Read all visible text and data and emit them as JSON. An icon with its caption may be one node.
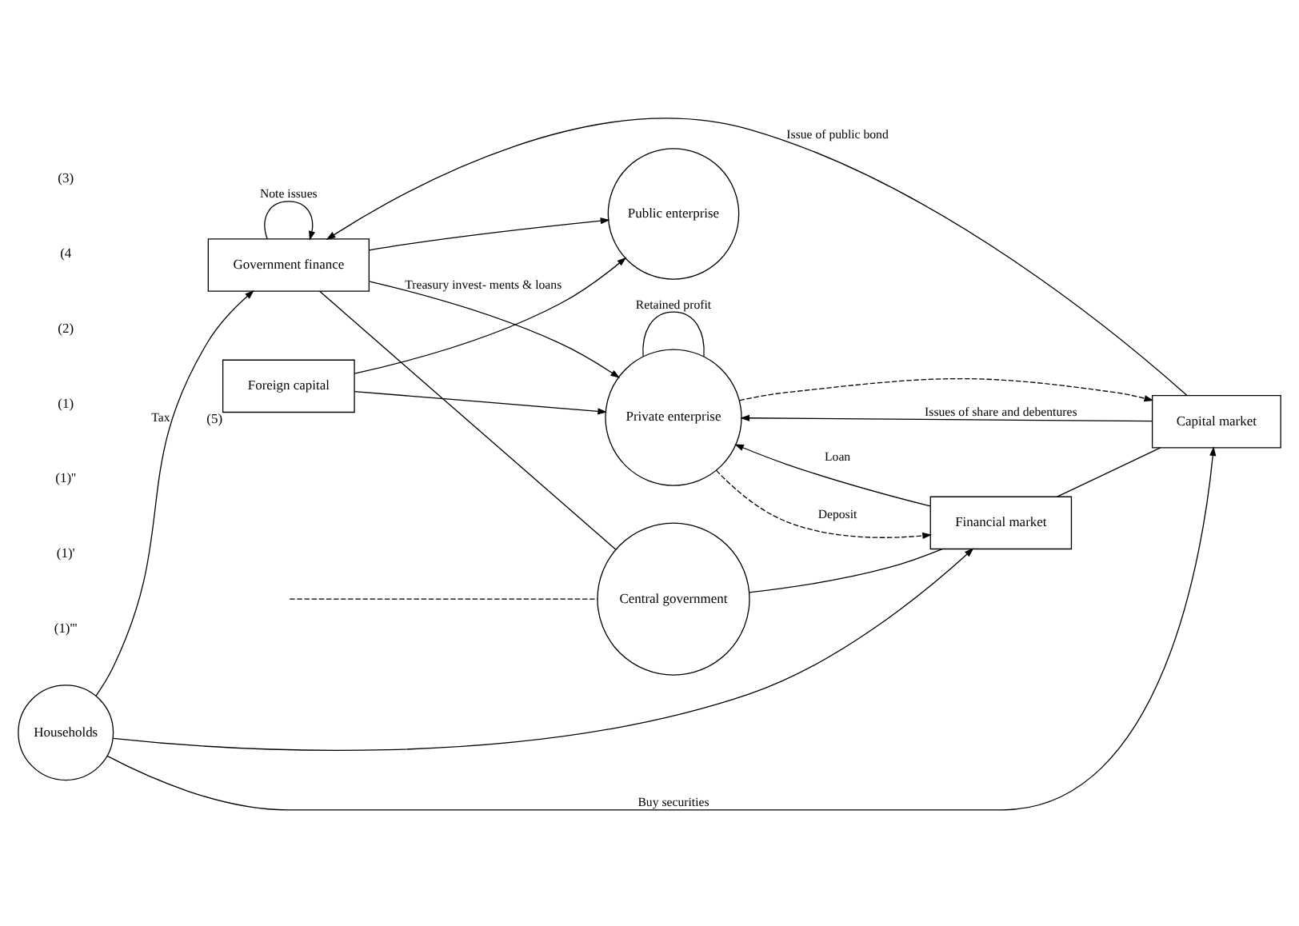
{
  "diagram": {
    "nodes": [
      {
        "text": [
          "Government finance"
        ]
      },
      {
        "text": [
          "Public enterprise"
        ]
      },
      {
        "text": [
          "Foreign capital"
        ],
        "beside": [
          "(5)"
        ]
      },
      {
        "text": [
          "Central government"
        ]
      },
      {
        "text": [
          "Households"
        ]
      },
      {
        "text": [
          "Financial market"
        ]
      },
      {
        "text": [
          "Private enterprise"
        ]
      },
      {
        "text": [
          "Capital market"
        ]
      }
    ],
    "edges": [
      {
        "from": 0,
        "to": 0,
        "arrow": "to",
        "label": "Note issues"
      },
      {
        "from": 0,
        "to": 1,
        "arrow": "to"
      },
      {
        "from": 2,
        "to": 1,
        "arrow": "to"
      },
      {
        "from": 2,
        "to": 6,
        "arrow": "to"
      },
      {
        "from": 4,
        "to": 0,
        "arrow": "to",
        "label": "Tax"
      },
      {
        "from": 7,
        "to": 0,
        "arrow": "to",
        "label": "Issue of public bond"
      },
      {
        "from": 0,
        "to": 3,
        "arrow": "none"
      },
      {
        "from": null,
        "to": 3,
        "arrow": "none",
        "style": "dashed"
      },
      {
        "from": 3,
        "to": 5,
        "arrow": "none"
      },
      {
        "from": 0,
        "to": 6,
        "arrow": "to",
        "label": "Treasury invest- ments & loans"
      },
      {
        "from": 4,
        "to": 5,
        "arrow": "to"
      },
      {
        "from": 6,
        "to": 5,
        "arrow": "to",
        "label": "Deposit",
        "style": "dashed"
      },
      {
        "from": 5,
        "to": 6,
        "arrow": "to",
        "label": "Loan"
      },
      {
        "from": 5,
        "to": 7,
        "arrow": "none"
      },
      {
        "from": 4,
        "to": 7,
        "arrow": "to",
        "label": "Buy securities"
      },
      {
        "from": 6,
        "to": 7,
        "arrow": "to",
        "style": "dashed"
      },
      {
        "from": 7,
        "to": 6,
        "arrow": "to",
        "label": "Issues of share and debentures"
      },
      {
        "from": 6,
        "to": 6,
        "arrow": "none",
        "label": "Retained profit"
      }
    ],
    "labels": [
      "(1)'''",
      "(1)'",
      "(1)''",
      "(1)",
      "(2)",
      "(4",
      "(3)"
    ]
  }
}
